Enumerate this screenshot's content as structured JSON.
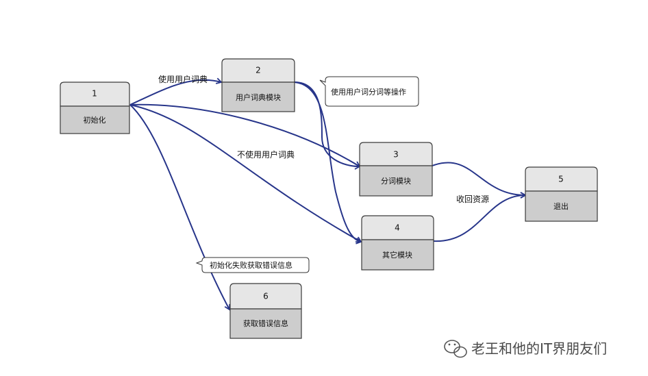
{
  "boxes": [
    {
      "num": "1",
      "label": "初始化"
    },
    {
      "num": "2",
      "label": "用户词典模块"
    },
    {
      "num": "3",
      "label": "分词模块"
    },
    {
      "num": "4",
      "label": "其它模块"
    },
    {
      "num": "5",
      "label": "退出"
    },
    {
      "num": "6",
      "label": "获取错误信息"
    }
  ],
  "edge_labels": {
    "use_dict": "使用用户词典",
    "no_dict": "不使用用户词典",
    "release": "收回资源"
  },
  "notes": {
    "dict_note": "使用用户词分词等操作",
    "error_note": "初始化失败获取错误信息"
  },
  "watermark": {
    "text": "老王和他的IT界朋友们",
    "icon": "wechat-icon"
  },
  "colors": {
    "edge": "#27358a",
    "box_top": "#e6e6e6",
    "box_bottom": "#cdcdcd"
  }
}
